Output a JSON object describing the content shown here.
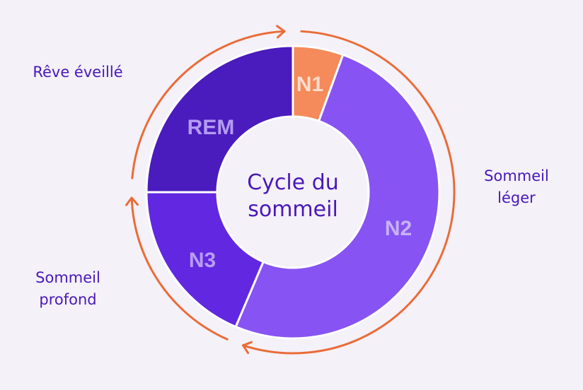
{
  "title": {
    "line1": "Cycle du",
    "line2": "sommeil"
  },
  "segments": [
    {
      "id": "N1",
      "label": "N1",
      "start": 0,
      "end": 20,
      "color": "#f58a5a",
      "text_color": "#fddccd"
    },
    {
      "id": "N2",
      "label": "N2",
      "start": 20,
      "end": 203,
      "color": "#8753f3",
      "text_color": "#c8b0f8"
    },
    {
      "id": "N3",
      "label": "N3",
      "start": 203,
      "end": 270,
      "color": "#6227e0",
      "text_color": "#b99cf3"
    },
    {
      "id": "REM",
      "label": "REM",
      "start": 270,
      "end": 360,
      "color": "#4a1bbd",
      "text_color": "#b49cf0"
    }
  ],
  "side_labels": {
    "reve": "Rêve éveillé",
    "leger_1": "Sommeil",
    "leger_2": "léger",
    "profond_1": "Sommeil",
    "profond_2": "profond"
  },
  "colors": {
    "background": "#f4f1f9",
    "arrow": "#ea6c38",
    "text": "#4a18b8",
    "center": "#f4f1f9"
  }
}
